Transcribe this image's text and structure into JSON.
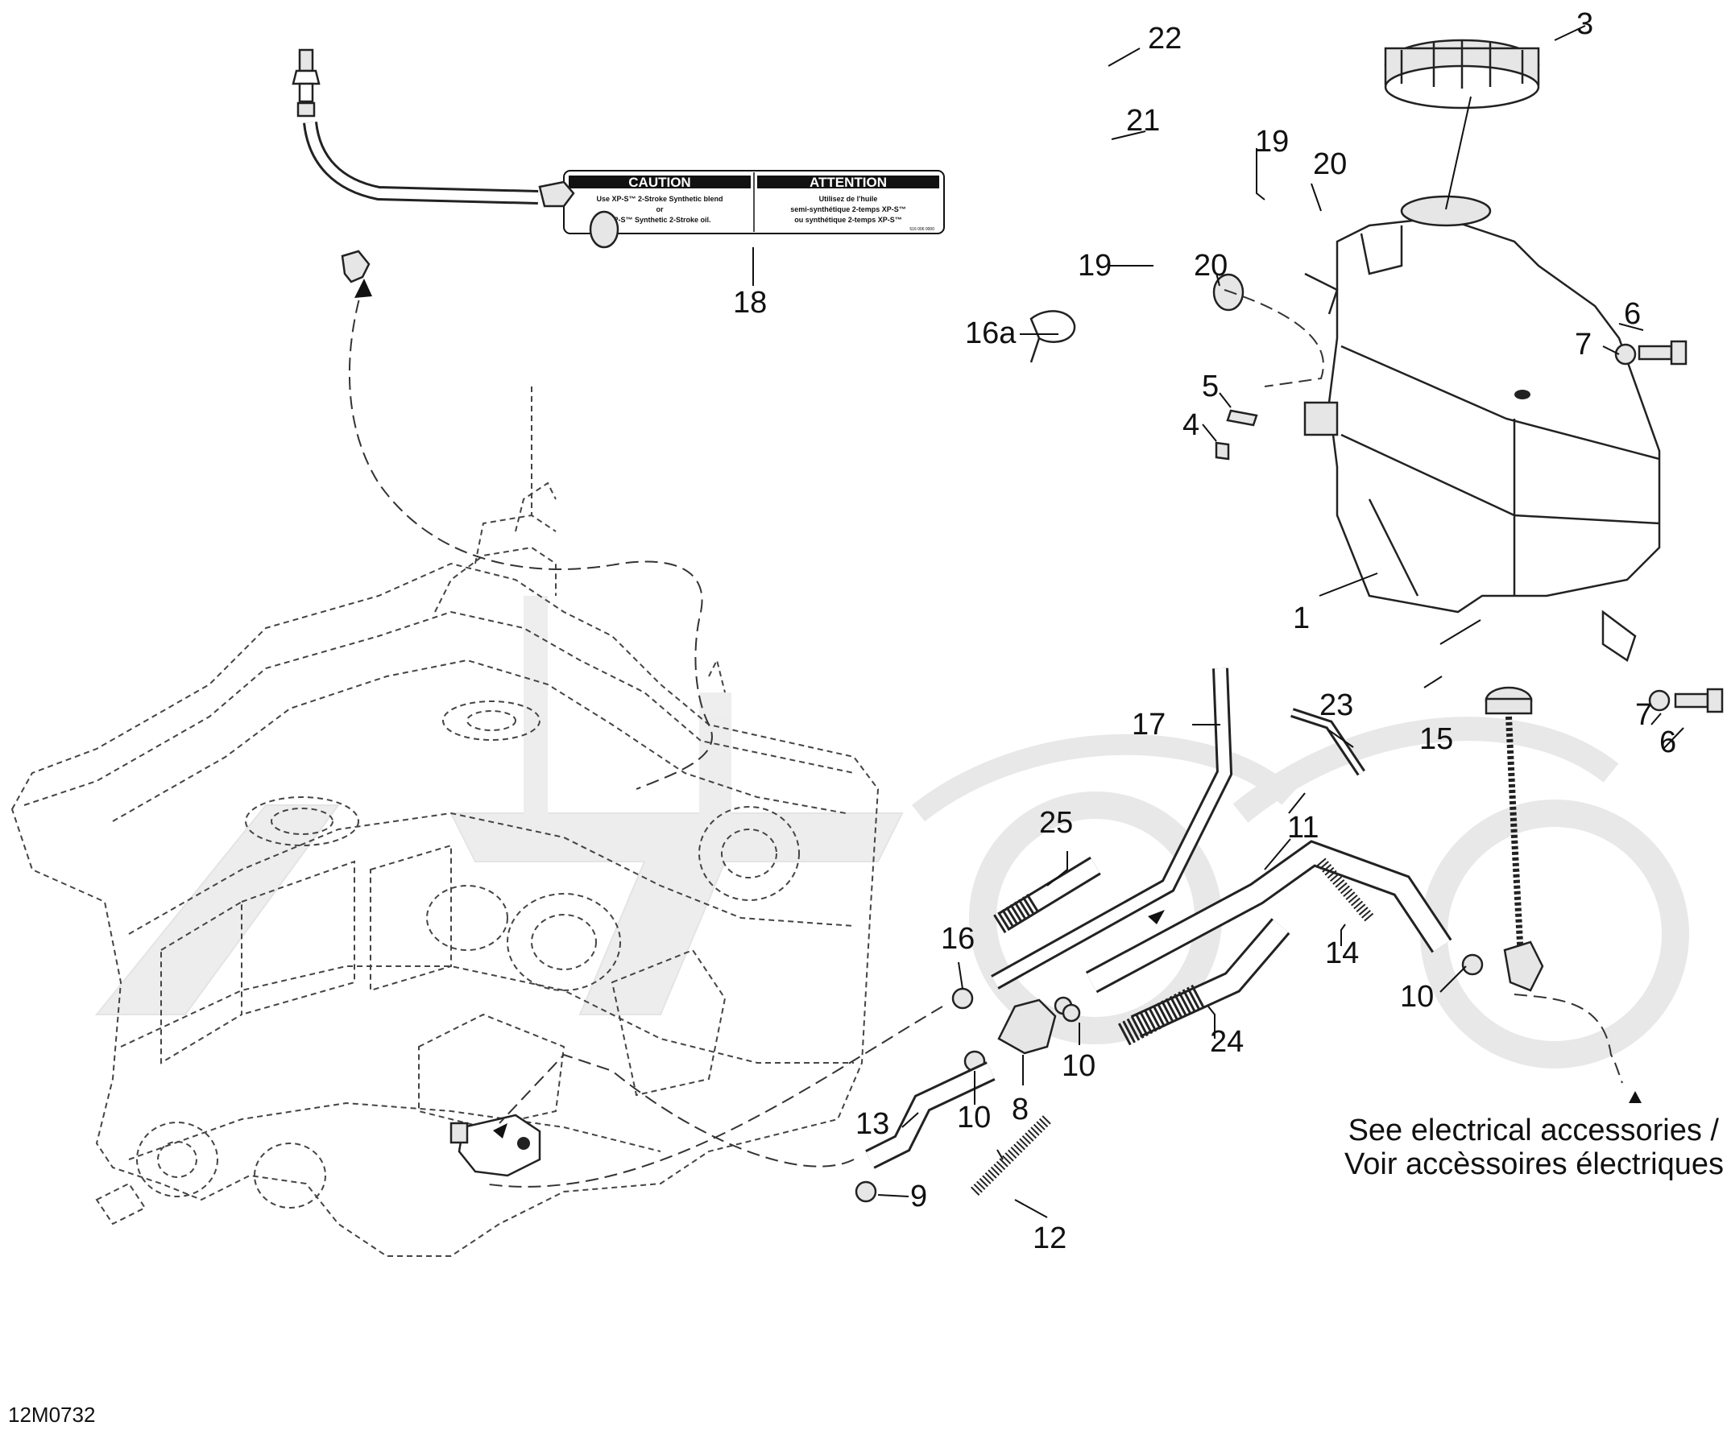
{
  "callouts": {
    "c1": "1",
    "c3": "3",
    "c4": "4",
    "c5": "5",
    "c6a": "6",
    "c6b": "6",
    "c7a": "7",
    "c7b": "7",
    "c8": "8",
    "c9": "9",
    "c10a": "10",
    "c10b": "10",
    "c10c": "10",
    "c11": "11",
    "c12": "12",
    "c13": "13",
    "c14": "14",
    "c15": "15",
    "c16": "16",
    "c16a": "16a",
    "c17": "17",
    "c18": "18",
    "c19a": "19",
    "c19b": "19",
    "c20a": "20",
    "c20b": "20",
    "c21": "21",
    "c22": "22",
    "c23": "23",
    "c24": "24",
    "c25": "25"
  },
  "note": {
    "line1": "See electrical accessories /",
    "line2": "Voir accèssoires électriques"
  },
  "diagram_code": "12M0732",
  "decal": {
    "left_heading": "CAUTION",
    "left_line1": "Use XP-S™ 2-Stroke Synthetic blend",
    "left_line2": "or",
    "left_line3": "XP-S™ Synthetic 2-Stroke oil.",
    "right_heading": "ATTENTION",
    "right_line1": "Utilisez de l'huile",
    "right_line2": "semi-synthétique 2-temps XP-S™",
    "right_line3": "ou synthétique 2-temps XP-S™",
    "right_code": "516 006 0000"
  }
}
